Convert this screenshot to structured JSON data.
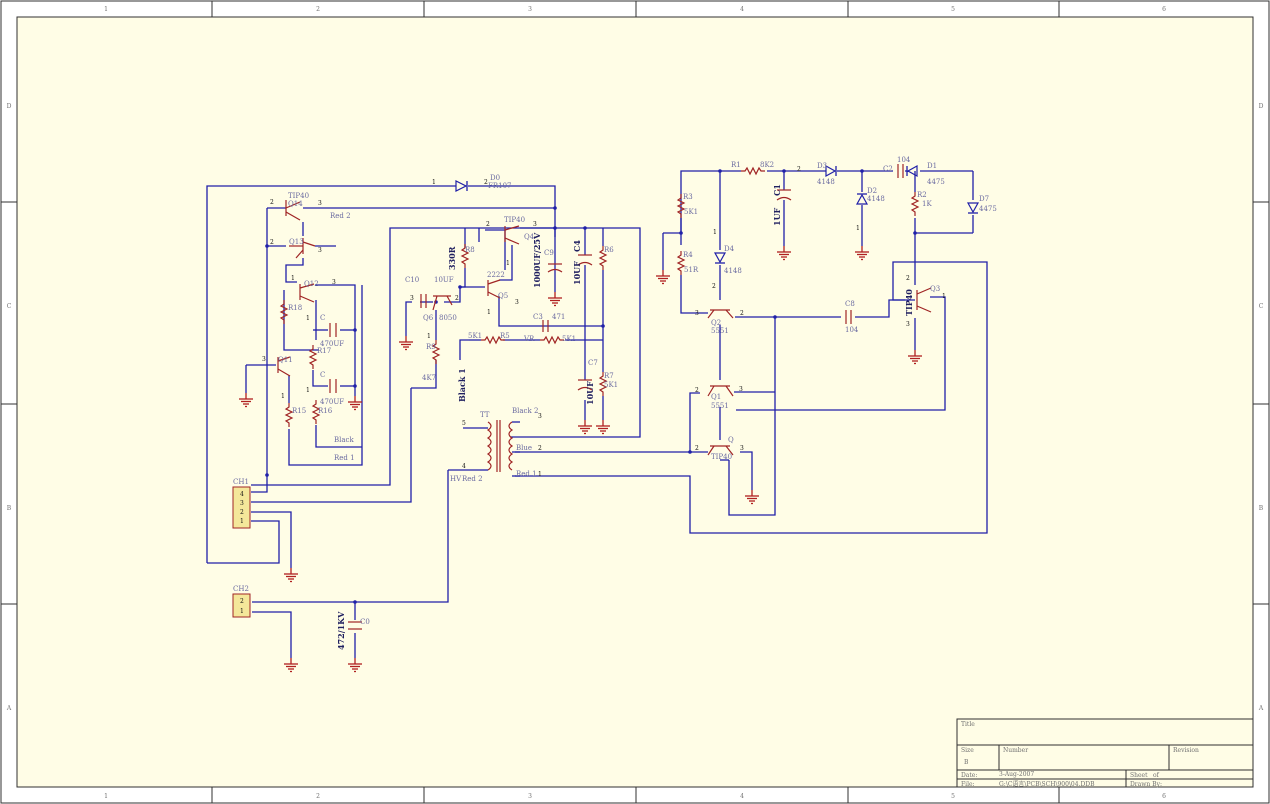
{
  "frame": {
    "columns": [
      "1",
      "2",
      "3",
      "4",
      "5",
      "6"
    ],
    "rows": [
      "D",
      "C",
      "B",
      "A"
    ]
  },
  "title_block": {
    "title_label": "Title",
    "size_label": "Size",
    "size_value": "B",
    "number_label": "Number",
    "revision_label": "Revision",
    "date_label": "Date:",
    "date_value": "3-Aug-2007",
    "sheet_label": "Sheet",
    "sheet_of": "of",
    "file_label": "File:",
    "file_value": "G:\\C语言\\PCB\\SCH\\900\\04.DDB",
    "drawn_by_label": "Drawn By:"
  },
  "parts": {
    "D0": {
      "ref": "D0",
      "value": "FR107"
    },
    "Q14": {
      "ref": "Q14",
      "value": "TIP40"
    },
    "Q13": {
      "ref": "Q13"
    },
    "Q12": {
      "ref": "Q12"
    },
    "Q11": {
      "ref": "Q11"
    },
    "R18": {
      "ref": "R18"
    },
    "R17": {
      "ref": "R17"
    },
    "R15": {
      "ref": "R15"
    },
    "R16": {
      "ref": "R16"
    },
    "C_top": {
      "ref": "C",
      "value": "470UF"
    },
    "C_bot": {
      "ref": "C",
      "value": "470UF"
    },
    "Q4": {
      "ref": "Q4",
      "value": "TIP40"
    },
    "Q5": {
      "ref": "Q5",
      "value": "2222"
    },
    "Q6": {
      "ref": "Q6",
      "value": "8050"
    },
    "R8": {
      "ref": "R8",
      "value": "330R"
    },
    "C10": {
      "ref": "C10",
      "value": "10UF"
    },
    "R9": {
      "ref": "R9",
      "value": "4K7"
    },
    "C9": {
      "ref": "C9",
      "value": "1000UF/25V"
    },
    "C4": {
      "ref": "C4",
      "value": "10UF"
    },
    "R6": {
      "ref": "R6"
    },
    "C3": {
      "ref": "C3",
      "value": "471"
    },
    "R5": {
      "ref": "R5",
      "value": "5K1"
    },
    "VR": {
      "ref": "VR",
      "value": "5K1"
    },
    "C7": {
      "ref": "C7",
      "value": "10UF"
    },
    "R7": {
      "ref": "R7",
      "value": "5K1"
    },
    "TT": {
      "ref": "TT"
    },
    "R1": {
      "ref": "R1",
      "value": "8K2"
    },
    "R3": {
      "ref": "R3",
      "value": "5K1"
    },
    "R4": {
      "ref": "R4",
      "value": "51R"
    },
    "D4": {
      "ref": "D4",
      "value": "4148"
    },
    "C1": {
      "ref": "C1",
      "value": "1UF"
    },
    "D3": {
      "ref": "D3",
      "value": "4148"
    },
    "D2": {
      "ref": "D2",
      "value": "4148"
    },
    "C2": {
      "ref": "C2",
      "value": "104"
    },
    "D1": {
      "ref": "D1",
      "value": "4475"
    },
    "R2": {
      "ref": "R2",
      "value": "1K"
    },
    "D7": {
      "ref": "D7",
      "value": "4475"
    },
    "Q2": {
      "ref": "Q2",
      "value": "5551"
    },
    "C8": {
      "ref": "C8",
      "value": "104"
    },
    "Q3": {
      "ref": "Q3",
      "value": "TIP40"
    },
    "Q1": {
      "ref": "Q1",
      "value": "5551"
    },
    "Q": {
      "ref": "Q",
      "value": "TIP40"
    },
    "CH1": {
      "ref": "CH1",
      "pins": [
        "4",
        "3",
        "2",
        "1"
      ]
    },
    "CH2": {
      "ref": "CH2",
      "pins": [
        "2",
        "1"
      ]
    },
    "C0": {
      "ref": "C0",
      "value": "472/1KV"
    }
  },
  "nets": {
    "red2_top": "Red 2",
    "black1": "Black 1",
    "black_left": "Black",
    "red1_left": "Red 1",
    "black2": "Black 2",
    "blue": "Blue",
    "red11": "Red 1",
    "hv": "HV",
    "red2_bottom": "Red 2"
  }
}
